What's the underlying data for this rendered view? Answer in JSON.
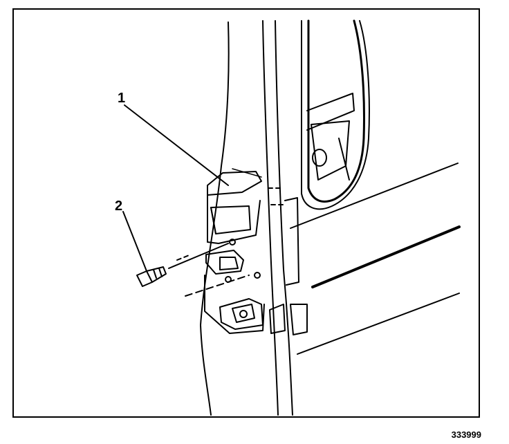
{
  "callouts": {
    "one": "1",
    "two": "2"
  },
  "figure_number": "333999",
  "parts": {
    "striker": "striker-bracket-icon",
    "bolt": "bolt-icon"
  },
  "colors": {
    "line": "#000000",
    "background": "#ffffff"
  }
}
